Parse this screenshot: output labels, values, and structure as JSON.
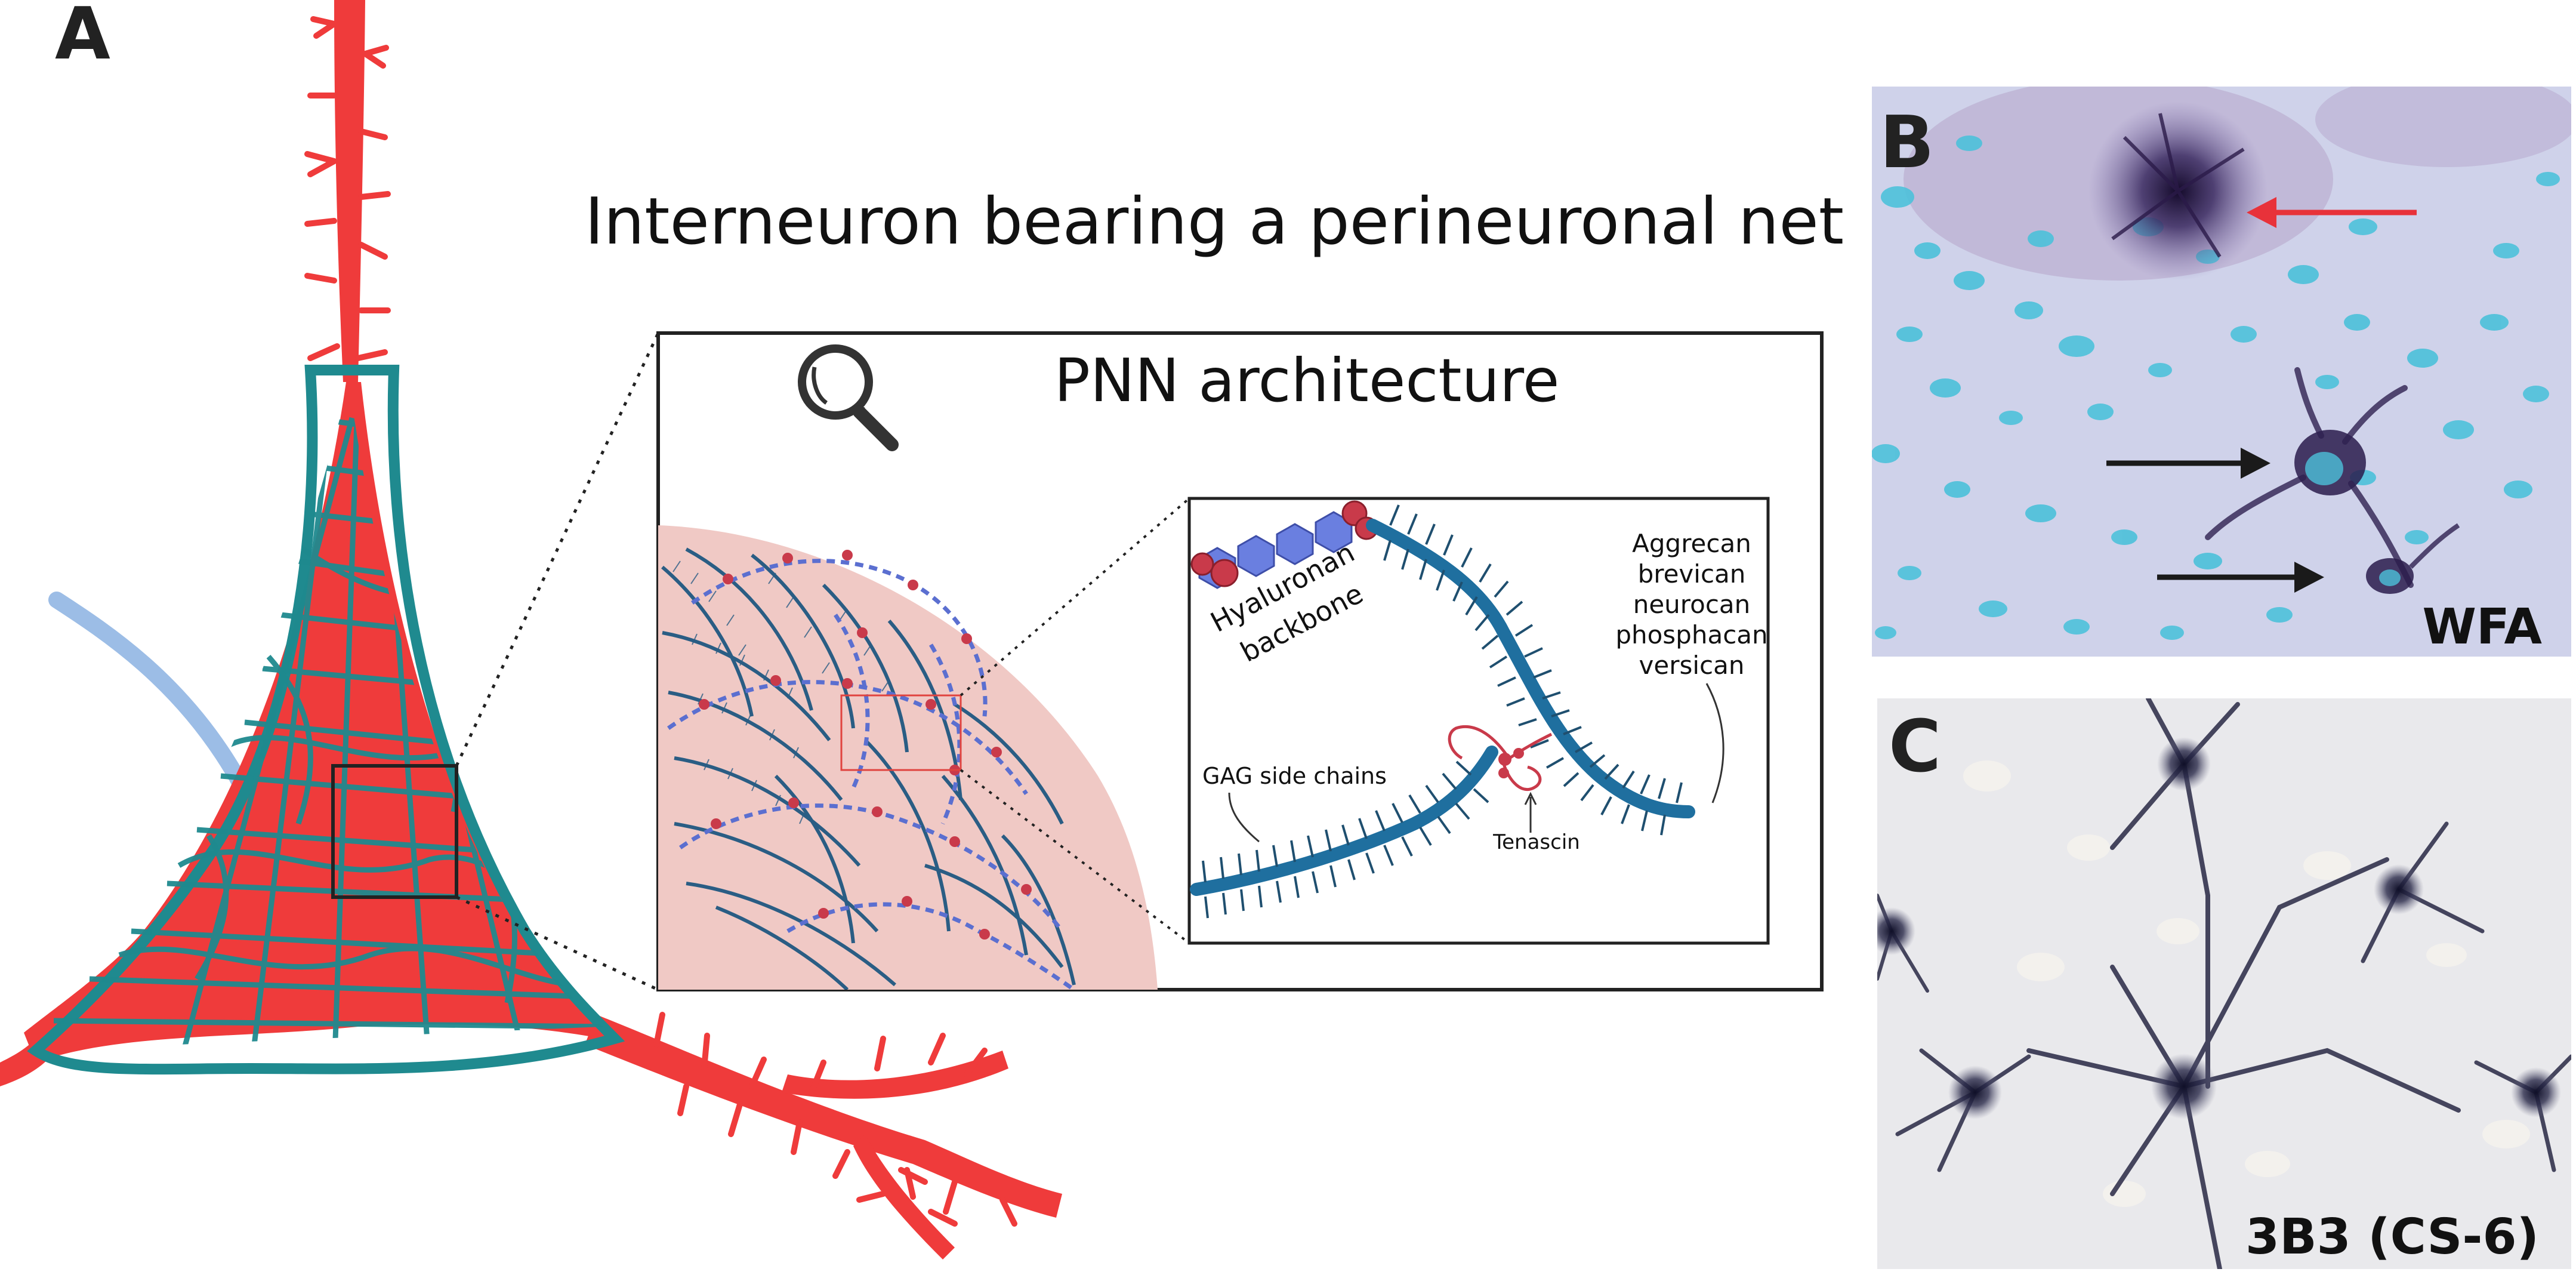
{
  "figure": {
    "panel_a": {
      "letter": "A",
      "title": "Interneuron bearing a perineuronal net",
      "inset_title": "PNN architecture",
      "labels": {
        "hyaluronan_line1": "Hyaluronan",
        "hyaluronan_line2": "backbone",
        "proteoglycans": [
          "Aggrecan",
          "brevican",
          "neurocan",
          "phosphacan",
          "versican"
        ],
        "gag": "GAG side chains",
        "tenascin": "Tenascin"
      }
    },
    "panel_b": {
      "letter": "B",
      "stain": "WFA"
    },
    "panel_c": {
      "letter": "C",
      "stain": "3B3 (CS-6)"
    },
    "colors": {
      "dendrite": "#ef3b3b",
      "net": "#1f8a8f",
      "net_dark": "#15606a",
      "hyaluronan": "#5b6fd0",
      "node": "#c93a4a",
      "axon": "#9cbde6",
      "cytoplasm": "#f0c9c5",
      "wfa_bg": "#d6dcef",
      "wfa_blue": "#4cc1da",
      "wfa_stain": "#241640",
      "cs6_bg": "#e9e9ec",
      "cs6_stain": "#1c1c3a"
    },
    "icons": [
      "magnifier-icon",
      "red-arrow-icon",
      "black-arrow-icon"
    ]
  }
}
